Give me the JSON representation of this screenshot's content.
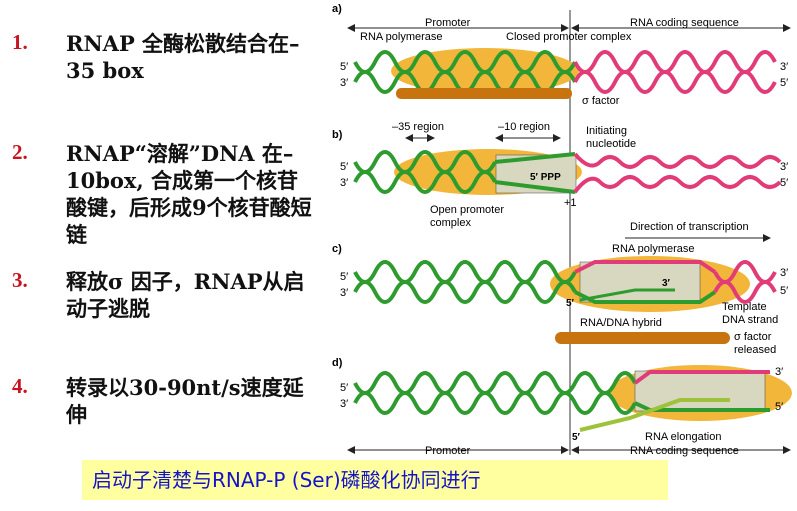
{
  "steps": [
    {
      "num": "1.",
      "text": "RNAP 全酶松散结合在–35 box"
    },
    {
      "num": "2.",
      "text": "RNAP“溶解”DNA 在–10box, 合成第一个核苷酸键，后形成9个核苷酸短链"
    },
    {
      "num": "3.",
      "text": "释放σ 因子，RNAP从启动子逃脱"
    },
    {
      "num": "4.",
      "text": "转录以30-90nt/s速度延伸"
    }
  ],
  "caption": "启动子清楚与RNAP-P (Ser)磷酸化协同进行",
  "figure": {
    "panel_a": "a)",
    "panel_b": "b)",
    "panel_c": "c)",
    "panel_d": "d)",
    "promoter": "Promoter",
    "rna_coding": "RNA coding sequence",
    "rna_polymerase": "RNA polymerase",
    "closed_complex": "Closed promoter complex",
    "sigma": "σ factor",
    "region35": "–35 region",
    "region10": "–10 region",
    "initiating": "Initiating",
    "nucleotide": "nucleotide",
    "ppp": "5′ PPP",
    "open1": "Open promoter",
    "open2": "complex",
    "plus1": "+1",
    "direction": "Direction of transcription",
    "rna_pol_c": "RNA polymerase",
    "hybrid": "RNA/DNA hybrid",
    "template1": "Template",
    "template2": "DNA strand",
    "sigma_rel1": "σ factor",
    "sigma_rel2": "released",
    "elongation": "RNA elongation",
    "p5": "5′",
    "p3": "3′"
  },
  "colors": {
    "dna_green": "#2e9b2e",
    "rna_pink": "#e23c78",
    "polymerase": "#f2b73a",
    "sigma": "#c8740e",
    "caption_bg": "#ffffa0",
    "caption_text": "#1414c8",
    "number_red": "#c8141e"
  }
}
